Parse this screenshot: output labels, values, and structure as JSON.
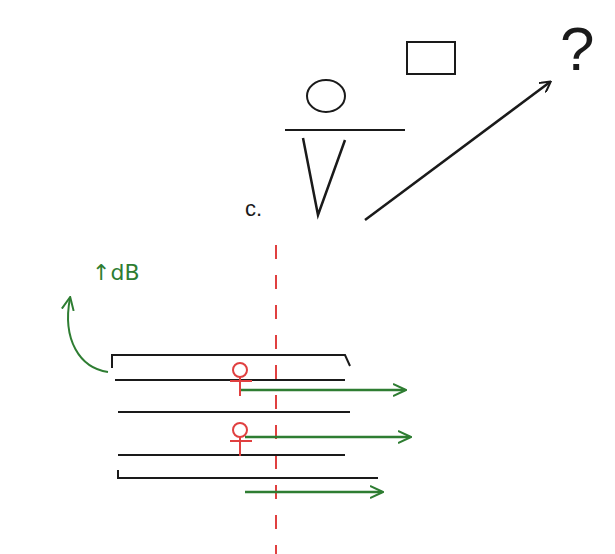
{
  "diagram": {
    "labels": [
      "c.",
      "?",
      "↑dB"
    ]
  }
}
